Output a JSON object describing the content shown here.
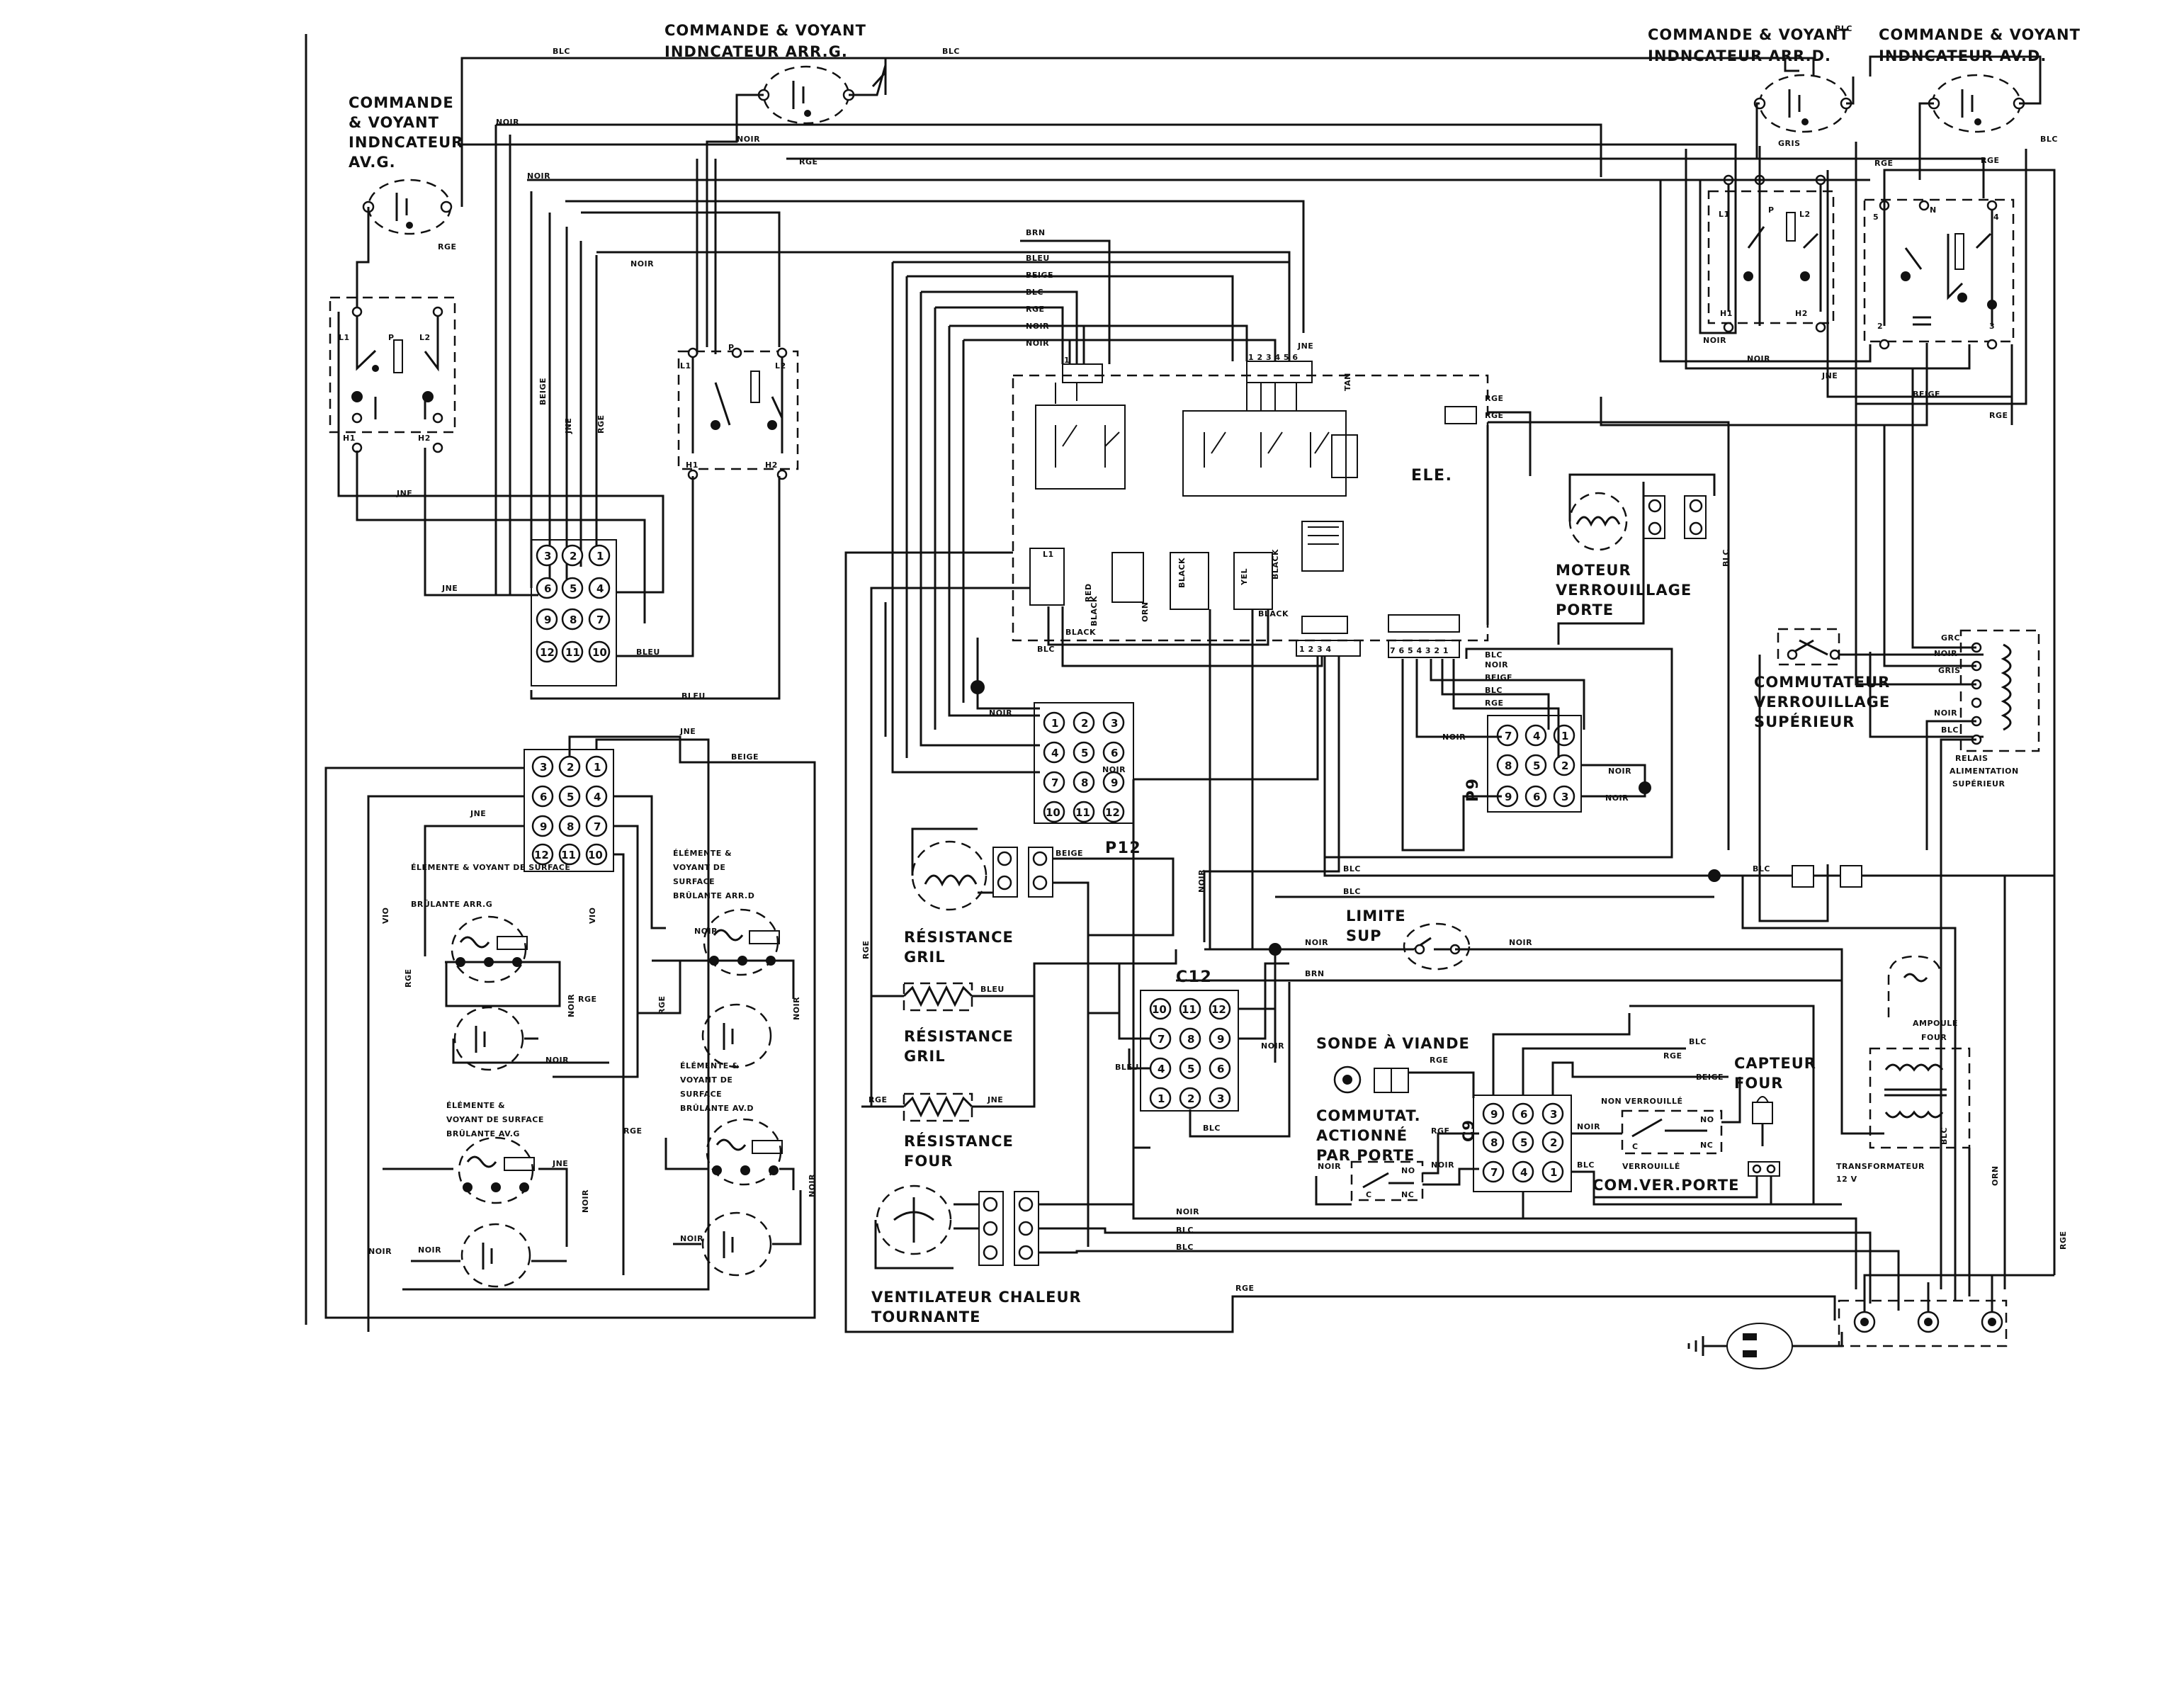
{
  "diagram": {
    "labels": {
      "cmd_av_g": [
        "COMMANDE",
        "& VOYANT",
        "INDNCATEUR",
        "AV.G."
      ],
      "cmd_arr_g": [
        "COMMANDE & VOYANT",
        "INDNCATEUR ARR.G."
      ],
      "cmd_arr_d": [
        "COMMANDE & VOYANT",
        "INDNCATEUR ARR.D."
      ],
      "cmd_av_d": [
        "COMMANDE & VOYANT",
        "INDNCATEUR AV.D."
      ],
      "ele": "ELE.",
      "moteur": [
        "MOTEUR",
        "VERROUILLAGE",
        "PORTE"
      ],
      "commutateur_sup": [
        "COMMUTATEUR",
        "VERROUILLAGE",
        "SUPÉRIEUR"
      ],
      "relais": [
        "RELAIS",
        "ALIMENTATION",
        "SUPÉRIEUR"
      ],
      "p12": "P12",
      "p9": "P9",
      "c12": "C12",
      "c9": "C9",
      "resistance_gril_1": [
        "RÉSISTANCE",
        "GRIL"
      ],
      "resistance_gril_2": [
        "RÉSISTANCE",
        "GRIL"
      ],
      "resistance_four": [
        "RÉSISTANCE",
        "FOUR"
      ],
      "limite_sup": [
        "LIMITE",
        "SUP"
      ],
      "sonde": "SONDE À VIANDE",
      "capteur": [
        "CAPTEUR",
        "FOUR"
      ],
      "commutat": [
        "COMMUTAT.",
        "ACTIONNÉ",
        "PAR PORTE"
      ],
      "non_verrouille": "NON VERROUILLÉ",
      "verrouille": "VERROUILLÉ",
      "com_ver_porte": "COM.VER.PORTE",
      "ampoule": [
        "AMPOULE",
        "FOUR"
      ],
      "transformateur": [
        "TRANSFORMATEUR",
        "12 V"
      ],
      "ventilateur": [
        "VENTILATEUR CHALEUR",
        "TOURNANTE"
      ],
      "element_arr_g": [
        "ÉLÉMENTE & VOYANT DE SURFACE",
        "BRÛLANTE ARR.G"
      ],
      "element_arr_d": [
        "ÉLÉMENTE &",
        "VOYANT DE",
        "SURFACE",
        "BRÛLANTE ARR.D"
      ],
      "element_av_g": [
        "ÉLÉMENTE &",
        "VOYANT DE SURFACE",
        "BRÛLANTE AV.G"
      ],
      "element_av_d": [
        "ÉLÉMENTE &",
        "VOYANT DE",
        "SURFACE",
        "BRÛLANTE AV.D"
      ]
    },
    "wire_labels": [
      "BLC",
      "NOIR",
      "RGE",
      "JNE",
      "BEIGE",
      "BLEU",
      "VIO",
      "GRIS",
      "ORN",
      "TAN",
      "BLACK",
      "RED",
      "YEL",
      "BRN"
    ],
    "relay_terminals": [
      "L1",
      "L2",
      "P",
      "H1",
      "H2"
    ],
    "p12_pins": [
      "1",
      "2",
      "3",
      "4",
      "5",
      "6",
      "7",
      "8",
      "9",
      "10",
      "11",
      "12"
    ],
    "p9_pins": [
      "7",
      "4",
      "1",
      "8",
      "5",
      "2",
      "9",
      "6",
      "3"
    ],
    "c9_pins": [
      "9",
      "6",
      "3",
      "8",
      "5",
      "2",
      "7",
      "4",
      "1"
    ]
  }
}
